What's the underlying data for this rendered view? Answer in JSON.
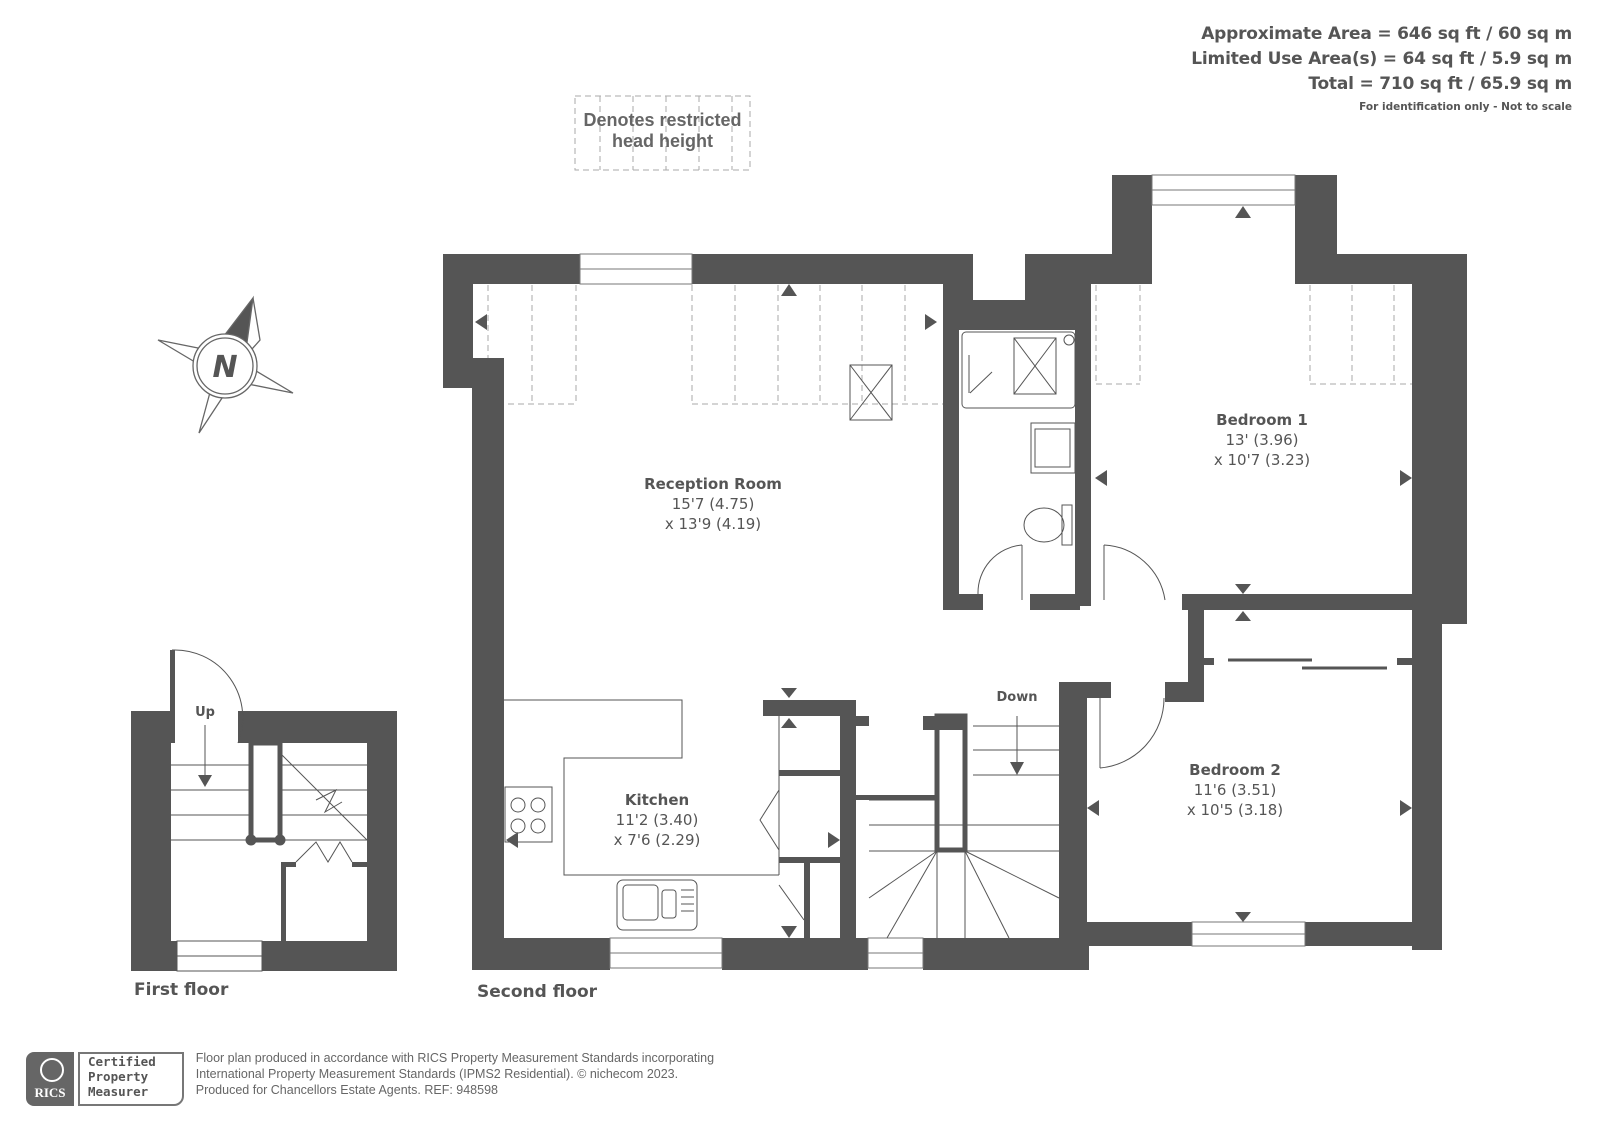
{
  "area_summary": {
    "approximate": "Approximate Area = 646 sq ft / 60 sq m",
    "limited_use": "Limited Use Area(s) = 64 sq ft / 5.9 sq m",
    "total": "Total = 710 sq ft / 65.9 sq m",
    "note": "For identification only - Not to scale"
  },
  "legend": {
    "line1": "Denotes restricted",
    "line2": "head height"
  },
  "compass": {
    "letter": "N"
  },
  "rooms": {
    "reception": {
      "name": "Reception Room",
      "dim1": "15'7 (4.75)",
      "dim2": "x 13'9 (4.19)"
    },
    "bedroom1": {
      "name": "Bedroom 1",
      "dim1": "13' (3.96)",
      "dim2": "x 10'7 (3.23)"
    },
    "kitchen": {
      "name": "Kitchen",
      "dim1": "11'2 (3.40)",
      "dim2": "x 7'6 (2.29)"
    },
    "bedroom2": {
      "name": "Bedroom 2",
      "dim1": "11'6 (3.51)",
      "dim2": "x 10'5 (3.18)"
    }
  },
  "stairs": {
    "up": "Up",
    "down": "Down"
  },
  "floors": {
    "first": "First floor",
    "second": "Second floor"
  },
  "colors": {
    "wall": "#555555",
    "text": "#555555",
    "dashed": "#aaaaaa"
  },
  "footer": {
    "rics": "RICS",
    "cert_line1": "Certified",
    "cert_line2": "Property",
    "cert_line3": "Measurer",
    "text_line1": "Floor plan produced in accordance with RICS Property Measurement Standards incorporating",
    "text_line2": "International Property Measurement Standards (IPMS2 Residential).   © nichecom 2023.",
    "text_line3": "Produced for Chancellors Estate Agents.   REF: 948598"
  }
}
